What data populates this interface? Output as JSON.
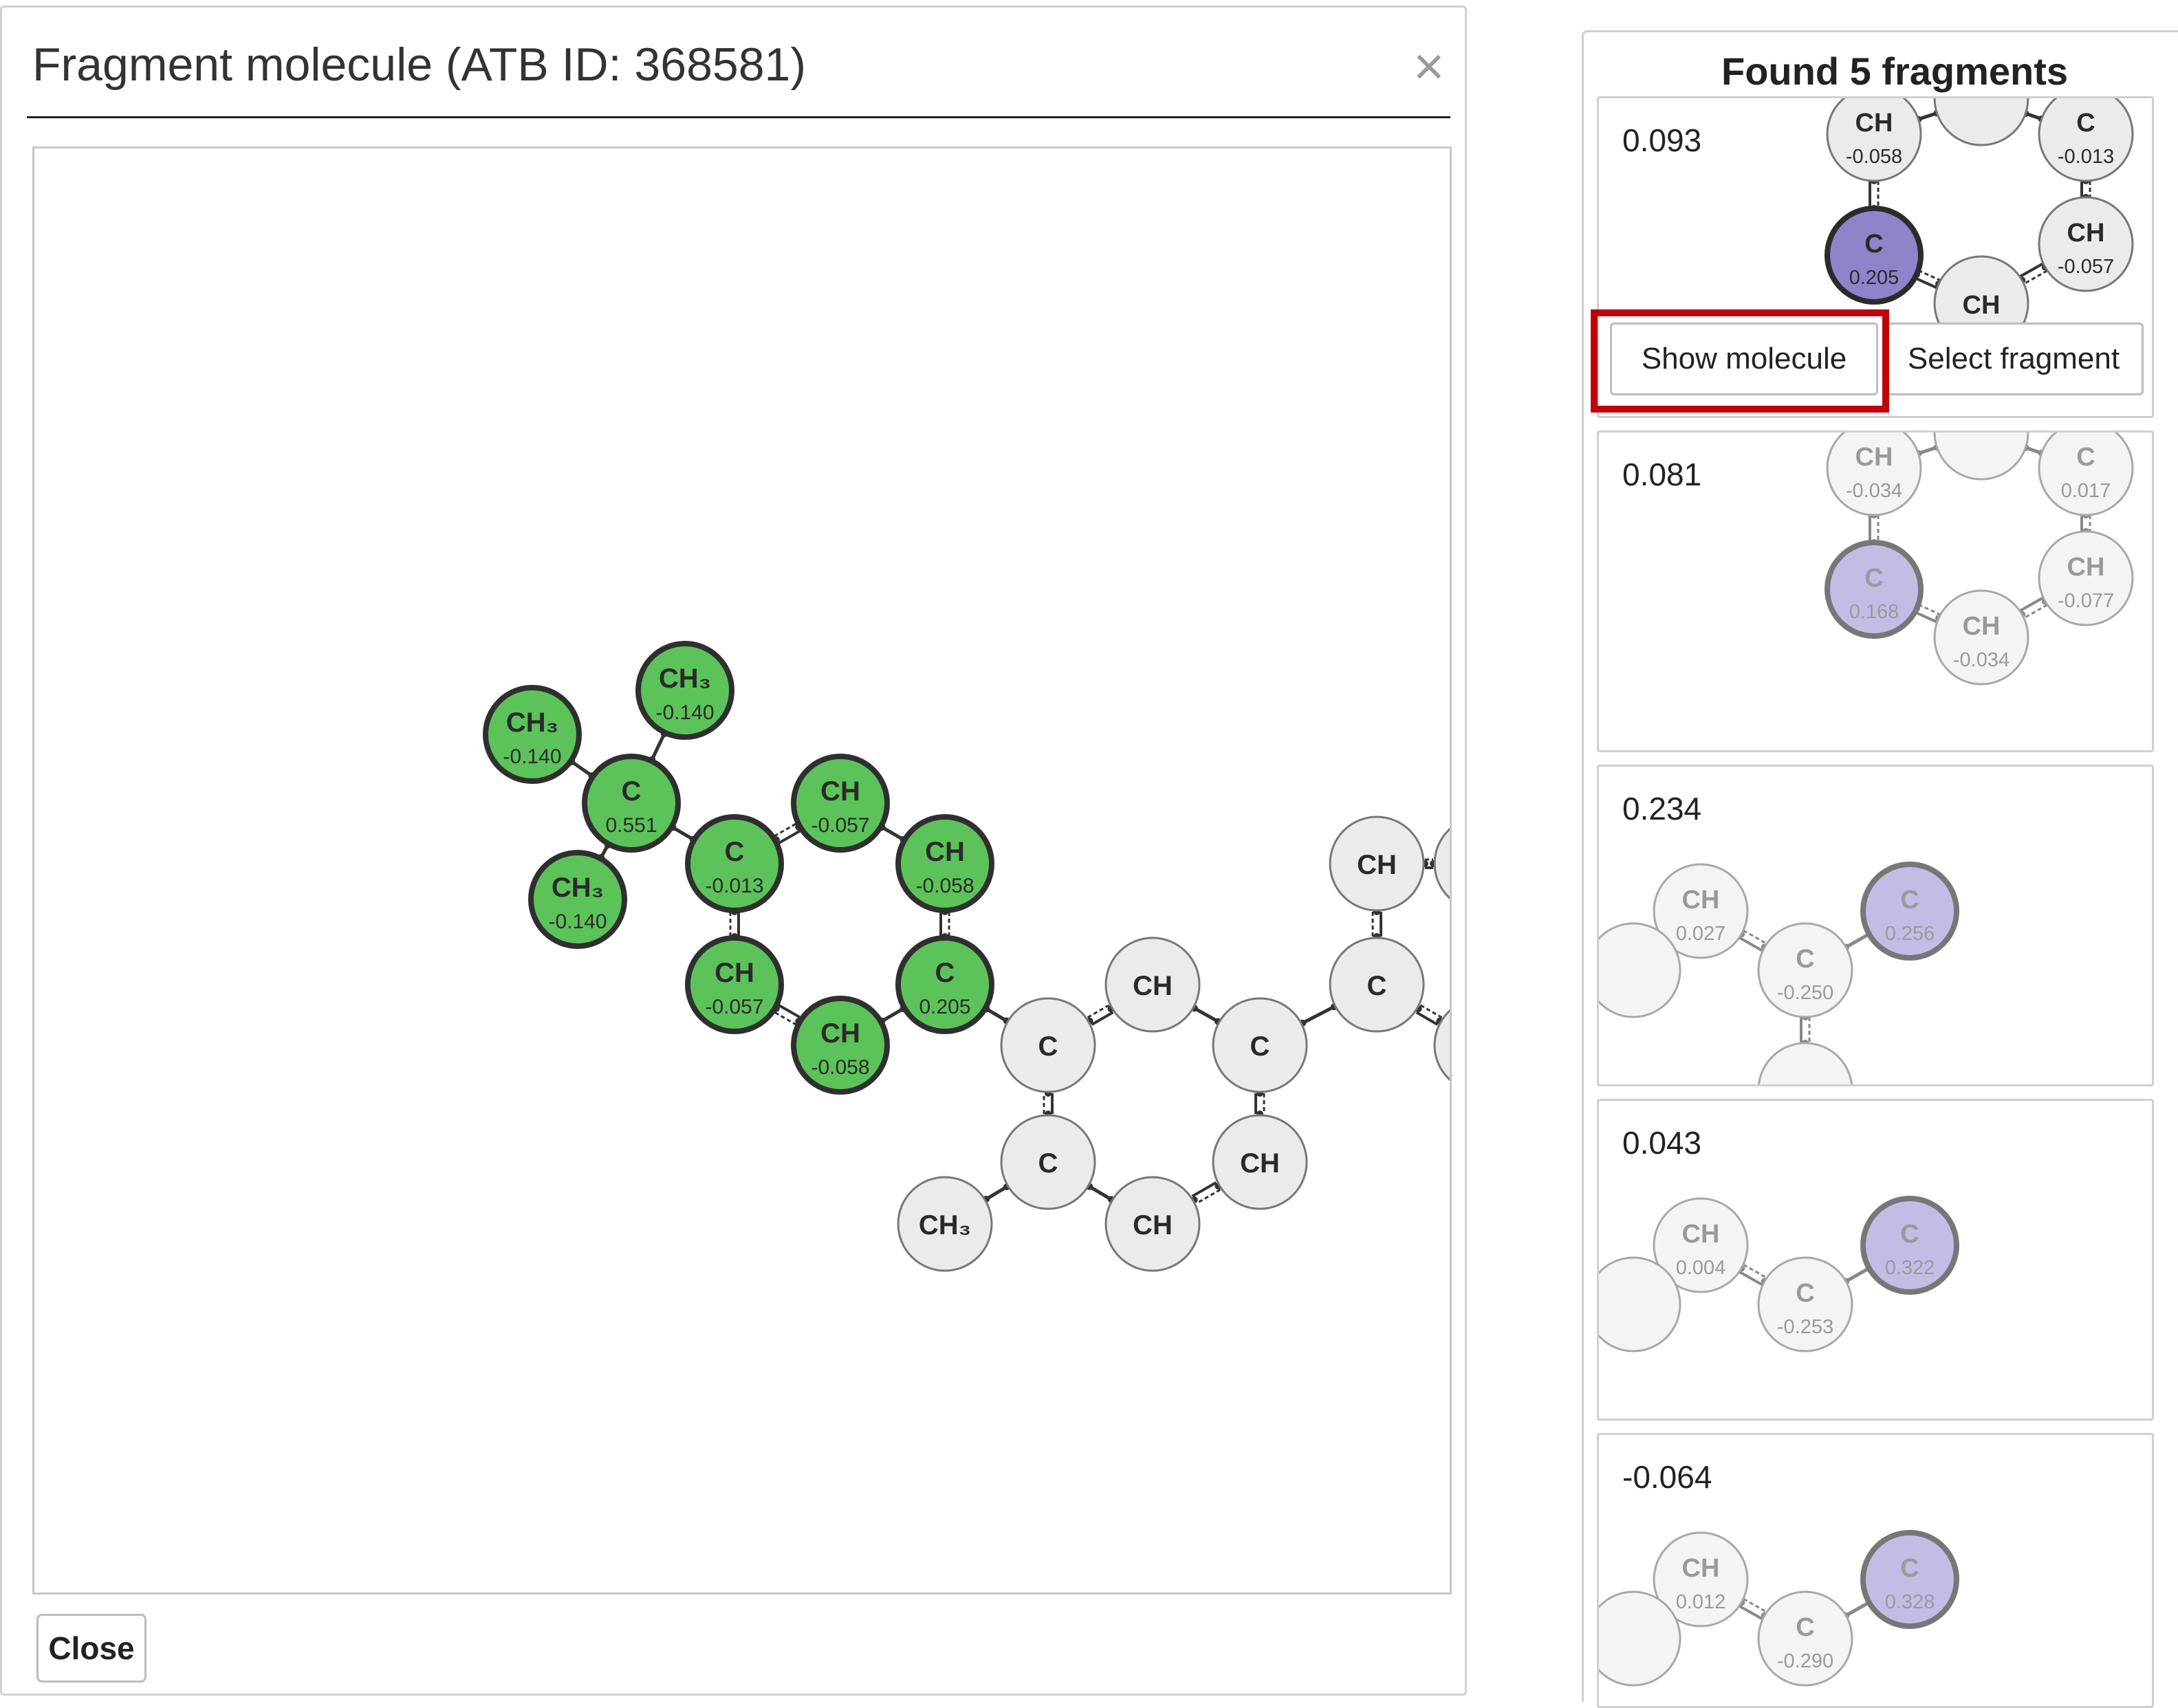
{
  "dialog": {
    "title": "Fragment molecule (ATB ID: 368581)",
    "close_x": "×",
    "close_button": "Close"
  },
  "colors": {
    "fragment_atom": "#5cc35a",
    "other_atom": "#ebebeb",
    "matched_atom": "#8f84c9",
    "highlight": "#c0000b"
  },
  "molecule": {
    "atoms": [
      {
        "label": "CH₃",
        "charge": "-0.140",
        "frag": true
      },
      {
        "label": "CH₃",
        "charge": "-0.140",
        "frag": true
      },
      {
        "label": "C",
        "charge": "0.551",
        "frag": true
      },
      {
        "label": "CH₃",
        "charge": "-0.140",
        "frag": true
      },
      {
        "label": "C",
        "charge": "-0.013",
        "frag": true
      },
      {
        "label": "CH",
        "charge": "-0.057",
        "frag": true
      },
      {
        "label": "CH",
        "charge": "-0.058",
        "frag": true
      },
      {
        "label": "C",
        "charge": "0.205",
        "frag": true
      },
      {
        "label": "CH",
        "charge": "-0.058",
        "frag": true
      },
      {
        "label": "CH",
        "charge": "-0.057",
        "frag": true
      },
      {
        "label": "C",
        "charge": "",
        "frag": false
      },
      {
        "label": "CH",
        "charge": "",
        "frag": false
      },
      {
        "label": "C",
        "charge": "",
        "frag": false
      },
      {
        "label": "CH",
        "charge": "",
        "frag": false
      },
      {
        "label": "CH",
        "charge": "",
        "frag": false
      },
      {
        "label": "C",
        "charge": "",
        "frag": false
      },
      {
        "label": "CH₃",
        "charge": "",
        "frag": false
      },
      {
        "label": "C",
        "charge": "",
        "frag": false
      },
      {
        "label": "CH",
        "charge": "",
        "frag": false
      },
      {
        "label": "",
        "charge": "",
        "frag": false
      },
      {
        "label": "",
        "charge": "",
        "frag": false
      }
    ]
  },
  "panel": {
    "title": "Found 5 fragments",
    "show_molecule_label": "Show molecule",
    "select_fragment_label": "Select fragment",
    "fragments": [
      {
        "score": "0.093",
        "atoms": [
          {
            "label": "CH",
            "charge": "-0.058",
            "matched": false
          },
          {
            "label": "C",
            "charge": "-0.013",
            "matched": false
          },
          {
            "label": "C",
            "charge": "0.205",
            "matched": true
          },
          {
            "label": "CH",
            "charge": "-0.057",
            "matched": false
          },
          {
            "label": "CH",
            "charge": "",
            "matched": false
          },
          {
            "label": "",
            "charge": "",
            "matched": false
          }
        ]
      },
      {
        "score": "0.081",
        "atoms": [
          {
            "label": "CH",
            "charge": "-0.034",
            "matched": false
          },
          {
            "label": "C",
            "charge": "0.017",
            "matched": false
          },
          {
            "label": "C",
            "charge": "0.168",
            "matched": true
          },
          {
            "label": "CH",
            "charge": "-0.077",
            "matched": false
          },
          {
            "label": "CH",
            "charge": "-0.034",
            "matched": false
          },
          {
            "label": "",
            "charge": "",
            "matched": false
          }
        ]
      },
      {
        "score": "0.234",
        "atoms": [
          {
            "label": "CH",
            "charge": "0.027",
            "matched": false
          },
          {
            "label": "C",
            "charge": "-0.250",
            "matched": false
          },
          {
            "label": "C",
            "charge": "0.256",
            "matched": true
          },
          {
            "label": "",
            "charge": "",
            "matched": false
          },
          {
            "label": "",
            "charge": "",
            "matched": false
          }
        ]
      },
      {
        "score": "0.043",
        "atoms": [
          {
            "label": "CH",
            "charge": "0.004",
            "matched": false
          },
          {
            "label": "C",
            "charge": "-0.253",
            "matched": false
          },
          {
            "label": "C",
            "charge": "0.322",
            "matched": true
          },
          {
            "label": "",
            "charge": "",
            "matched": false
          }
        ]
      },
      {
        "score": "-0.064",
        "atoms": [
          {
            "label": "CH",
            "charge": "0.012",
            "matched": false
          },
          {
            "label": "C",
            "charge": "-0.290",
            "matched": false
          },
          {
            "label": "C",
            "charge": "0.328",
            "matched": true
          },
          {
            "label": "",
            "charge": "",
            "matched": false
          }
        ]
      }
    ]
  }
}
